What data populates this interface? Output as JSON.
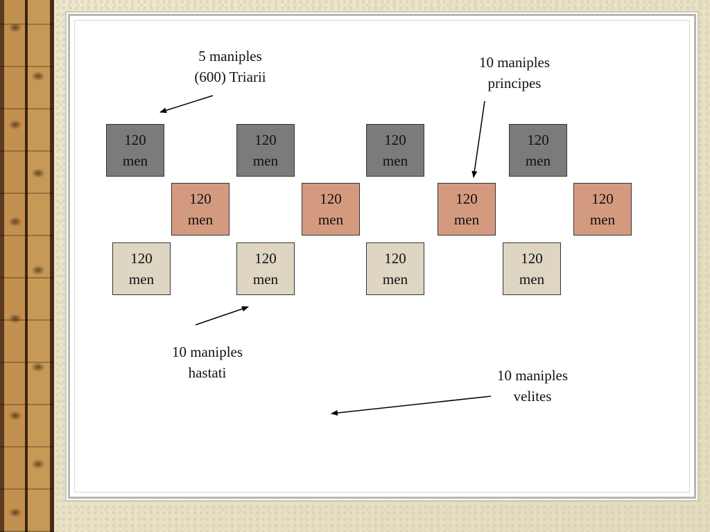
{
  "units": {
    "triarii": [
      {
        "line1": "120",
        "line2": "men"
      },
      {
        "line1": "120",
        "line2": "men"
      },
      {
        "line1": "120",
        "line2": "men"
      },
      {
        "line1": "120",
        "line2": "men"
      }
    ],
    "principes": [
      {
        "line1": "120",
        "line2": "men"
      },
      {
        "line1": "120",
        "line2": "men"
      },
      {
        "line1": "120",
        "line2": "men"
      },
      {
        "line1": "120",
        "line2": "men"
      }
    ],
    "hastati": [
      {
        "line1": "120",
        "line2": "men"
      },
      {
        "line1": "120",
        "line2": "men"
      },
      {
        "line1": "120",
        "line2": "men"
      },
      {
        "line1": "120",
        "line2": "men"
      }
    ]
  },
  "labels": {
    "triarii": {
      "line1": "5 maniples",
      "line2": "(600) Triarii"
    },
    "principes": {
      "line1": "10 maniples",
      "line2": "principes"
    },
    "hastati": {
      "line1": "10 maniples",
      "line2": "hastati"
    },
    "velites": {
      "line1": "10 maniples",
      "line2": "velites"
    }
  },
  "colors": {
    "triarii": "#7b7b7b",
    "principes": "#d49a80",
    "hastati": "#ded6c3"
  }
}
